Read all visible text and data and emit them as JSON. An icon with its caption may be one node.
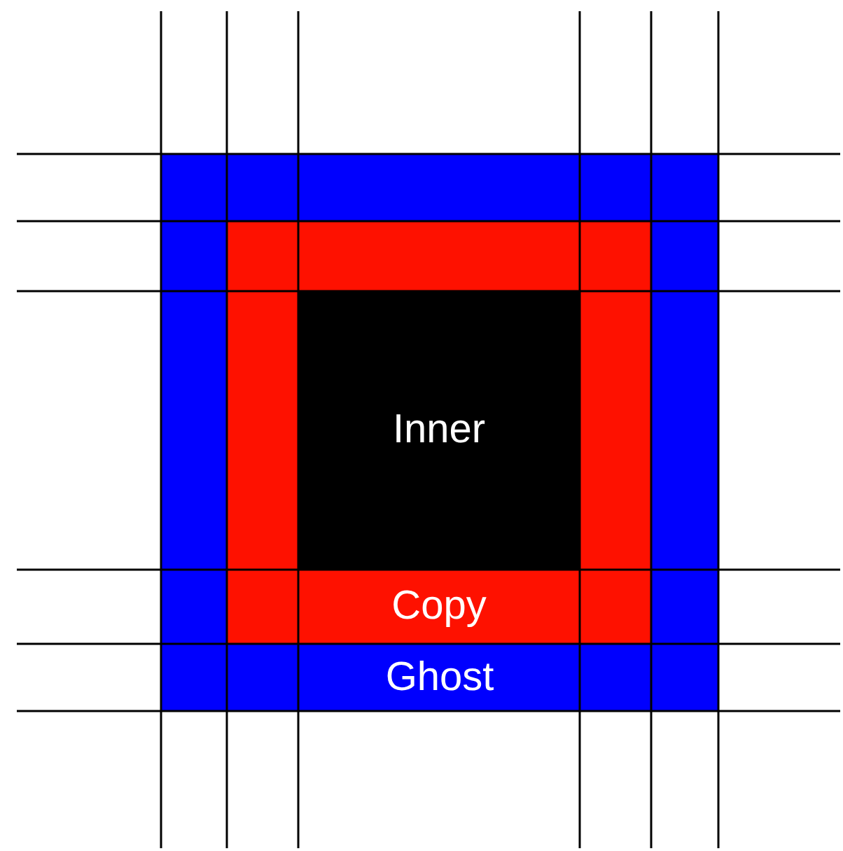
{
  "diagram": {
    "nodes": [
      {
        "text": [
          "Ghost"
        ]
      },
      {
        "text": [
          "Copy"
        ],
        "in": 0
      },
      {
        "text": [
          "Inner"
        ],
        "in": 1
      }
    ]
  }
}
